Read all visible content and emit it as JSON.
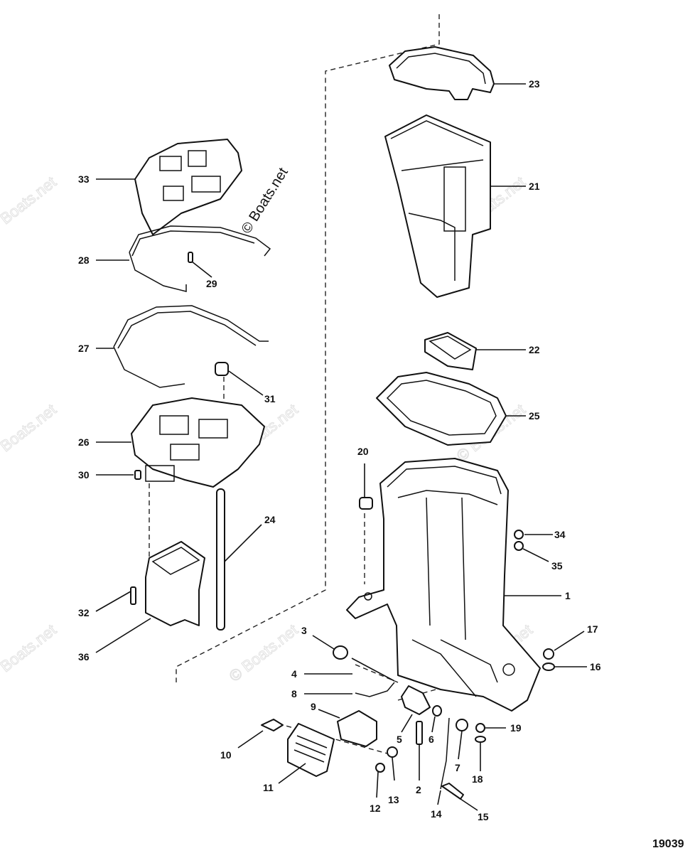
{
  "watermark_main": "© Boats.net",
  "watermark_faint": "© Boats.net",
  "drawing_number": "19039",
  "callouts": [
    {
      "id": "c1",
      "label": "1"
    },
    {
      "id": "c2",
      "label": "2"
    },
    {
      "id": "c3",
      "label": "3"
    },
    {
      "id": "c4",
      "label": "4"
    },
    {
      "id": "c5",
      "label": "5"
    },
    {
      "id": "c6",
      "label": "6"
    },
    {
      "id": "c7",
      "label": "7"
    },
    {
      "id": "c8",
      "label": "8"
    },
    {
      "id": "c9",
      "label": "9"
    },
    {
      "id": "c10",
      "label": "10"
    },
    {
      "id": "c11",
      "label": "11"
    },
    {
      "id": "c12",
      "label": "12"
    },
    {
      "id": "c13",
      "label": "13"
    },
    {
      "id": "c14",
      "label": "14"
    },
    {
      "id": "c15",
      "label": "15"
    },
    {
      "id": "c16",
      "label": "16"
    },
    {
      "id": "c17",
      "label": "17"
    },
    {
      "id": "c18",
      "label": "18"
    },
    {
      "id": "c19",
      "label": "19"
    },
    {
      "id": "c20",
      "label": "20"
    },
    {
      "id": "c21",
      "label": "21"
    },
    {
      "id": "c22",
      "label": "22"
    },
    {
      "id": "c23",
      "label": "23"
    },
    {
      "id": "c24",
      "label": "24"
    },
    {
      "id": "c25",
      "label": "25"
    },
    {
      "id": "c26",
      "label": "26"
    },
    {
      "id": "c27",
      "label": "27"
    },
    {
      "id": "c28",
      "label": "28"
    },
    {
      "id": "c29",
      "label": "29"
    },
    {
      "id": "c30",
      "label": "30"
    },
    {
      "id": "c31",
      "label": "31"
    },
    {
      "id": "c32",
      "label": "32"
    },
    {
      "id": "c33",
      "label": "33"
    },
    {
      "id": "c34",
      "label": "34"
    },
    {
      "id": "c35",
      "label": "35"
    },
    {
      "id": "c36",
      "label": "36"
    }
  ]
}
